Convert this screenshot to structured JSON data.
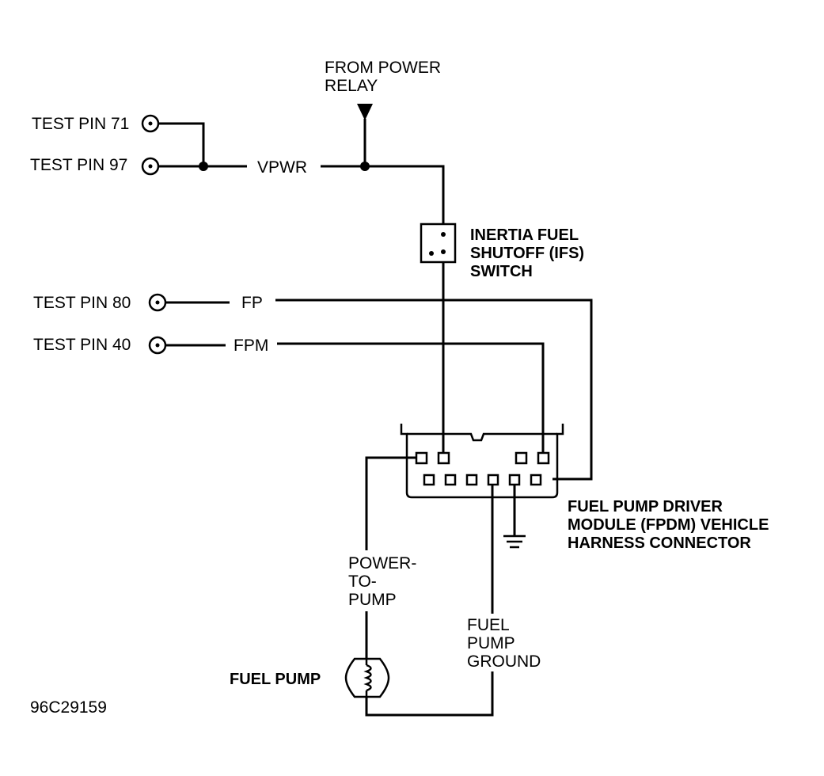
{
  "labels": {
    "from_power": [
      "FROM POWER",
      "RELAY"
    ],
    "test_pin_71": "TEST PIN 71",
    "test_pin_97": "TEST PIN 97",
    "test_pin_80": "TEST PIN 80",
    "test_pin_40": "TEST PIN 40",
    "vpwr": "VPWR",
    "fp": "FP",
    "fpm": "FPM",
    "ifs": [
      "INERTIA FUEL",
      "SHUTOFF (IFS)",
      "SWITCH"
    ],
    "fpdm": [
      "FUEL PUMP DRIVER",
      "MODULE (FPDM) VEHICLE",
      "HARNESS CONNECTOR"
    ],
    "power_to_pump": [
      "POWER-",
      "TO-",
      "PUMP"
    ],
    "fuel_pump_ground": [
      "FUEL",
      "PUMP",
      "GROUND"
    ],
    "fuel_pump": "FUEL PUMP",
    "figure_id": "96C29159"
  }
}
